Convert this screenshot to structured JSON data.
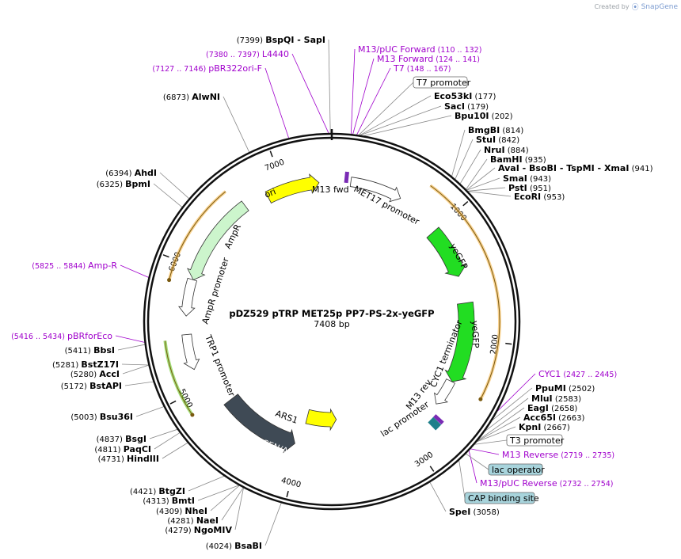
{
  "credit": {
    "prefix": "Created by",
    "brand": "SnapGene"
  },
  "map": {
    "title": "pDZ529 pTRP MET25p PP7-PS-2x-yeGFP",
    "length": "7408 bp",
    "total_bp": 7408,
    "ticks": [
      "1000",
      "2000",
      "3000",
      "4000",
      "5000",
      "6000",
      "7000"
    ]
  },
  "features": [
    {
      "name": "ori",
      "start": 6850,
      "end": 7300,
      "color": "#ffff00",
      "dir": 1,
      "kind": "feature"
    },
    {
      "name": "MET17 promoter",
      "start": 160,
      "end": 600,
      "color": "#ffffff",
      "dir": 1,
      "kind": "promoter"
    },
    {
      "name": "yeGFP",
      "start": 1000,
      "end": 1450,
      "color": "#22dd22",
      "dir": 1,
      "kind": "feature"
    },
    {
      "name": "yeGFP",
      "start": 1690,
      "end": 2400,
      "color": "#22dd22",
      "dir": 1,
      "kind": "feature"
    },
    {
      "name": "CYC1 terminator",
      "start": 2400,
      "end": 2640,
      "color": "#ffffff",
      "dir": 1,
      "kind": "terminator"
    },
    {
      "name": "ARS1",
      "start": 3650,
      "end": 4000,
      "color": "#ffff00",
      "dir": -1,
      "kind": "feature"
    },
    {
      "name": "CEN/ARS",
      "start": 4050,
      "end": 4780,
      "color": "#3f4a55",
      "dir": -1,
      "kind": "feature"
    },
    {
      "name": "TRP1 promoter",
      "start": 5160,
      "end": 5450,
      "color": "#ffffff",
      "dir": -1,
      "kind": "promoter"
    },
    {
      "name": "AmpR promoter",
      "start": 5600,
      "end": 5900,
      "color": "#ffffff",
      "dir": -1,
      "kind": "promoter"
    },
    {
      "name": "AmpR",
      "start": 5900,
      "end": 6650,
      "color": "#ccf5cc",
      "dir": -1,
      "kind": "feature"
    }
  ],
  "outer_features": [
    {
      "start": 740,
      "end": 2420,
      "color": "#f5b54a",
      "dir": 1
    },
    {
      "start": 5850,
      "end": 6600,
      "color": "#f5b54a",
      "dir": -1
    },
    {
      "start": 4860,
      "end": 5420,
      "color": "#66cc22",
      "dir": -1
    }
  ],
  "feature_labels": {
    "m13fwd": "M13 fwd",
    "m13rev": "M13 rev",
    "lacprom": "lac promoter",
    "cyc1term": "CYC1 terminator",
    "met17": "MET17 promoter",
    "trp1": "TRP1 promoter",
    "amprprom": "AmpR promoter",
    "ampr": "AmpR",
    "ori": "ori",
    "ars1": "ARS1",
    "cenars": "CEN/ARS",
    "yegfp1": "yeGFP",
    "yegfp2": "yeGFP"
  },
  "sites_right": [
    {
      "name": "Eco53kI",
      "pos": "(177)",
      "bp": 177
    },
    {
      "name": "SacI",
      "pos": "(179)",
      "bp": 179
    },
    {
      "name": "Bpu10I",
      "pos": "(202)",
      "bp": 202
    },
    {
      "name": "BmgBI",
      "pos": "(814)",
      "bp": 814
    },
    {
      "name": "StuI",
      "pos": "(842)",
      "bp": 842
    },
    {
      "name": "NruI",
      "pos": "(884)",
      "bp": 884
    },
    {
      "name": "BamHI",
      "pos": "(935)",
      "bp": 935
    },
    {
      "name": "AvaI - BsoBI - TspMI - XmaI",
      "pos": "(941)",
      "bp": 941
    },
    {
      "name": "SmaI",
      "pos": "(943)",
      "bp": 943
    },
    {
      "name": "PstI",
      "pos": "(951)",
      "bp": 951
    },
    {
      "name": "EcoRI",
      "pos": "(953)",
      "bp": 953
    },
    {
      "name": "PpuMI",
      "pos": "(2502)",
      "bp": 2502
    },
    {
      "name": "MluI",
      "pos": "(2583)",
      "bp": 2583
    },
    {
      "name": "EagI",
      "pos": "(2658)",
      "bp": 2658
    },
    {
      "name": "Acc65I",
      "pos": "(2663)",
      "bp": 2663
    },
    {
      "name": "KpnI",
      "pos": "(2667)",
      "bp": 2667
    },
    {
      "name": "SpeI",
      "pos": "(3058)",
      "bp": 3058
    }
  ],
  "sites_left": [
    {
      "name": "BspQI - SapI",
      "pos": "(7399)",
      "bp": 7399
    },
    {
      "name": "AlwNI",
      "pos": "(6873)",
      "bp": 6873
    },
    {
      "name": "AhdI",
      "pos": "(6394)",
      "bp": 6394
    },
    {
      "name": "BpmI",
      "pos": "(6325)",
      "bp": 6325
    },
    {
      "name": "BbsI",
      "pos": "(5411)",
      "bp": 5411
    },
    {
      "name": "BstZ17I",
      "pos": "(5281)",
      "bp": 5281
    },
    {
      "name": "AccI",
      "pos": "(5280)",
      "bp": 5280
    },
    {
      "name": "BstAPI",
      "pos": "(5172)",
      "bp": 5172
    },
    {
      "name": "Bsu36I",
      "pos": "(5003)",
      "bp": 5003
    },
    {
      "name": "BsgI",
      "pos": "(4837)",
      "bp": 4837
    },
    {
      "name": "PaqCI",
      "pos": "(4811)",
      "bp": 4811
    },
    {
      "name": "HindIII",
      "pos": "(4731)",
      "bp": 4731
    },
    {
      "name": "BtgZI",
      "pos": "(4421)",
      "bp": 4421
    },
    {
      "name": "BmtI",
      "pos": "(4313)",
      "bp": 4313
    },
    {
      "name": "NheI",
      "pos": "(4309)",
      "bp": 4309
    },
    {
      "name": "NaeI",
      "pos": "(4281)",
      "bp": 4281
    },
    {
      "name": "NgoMIV",
      "pos": "(4279)",
      "bp": 4279
    },
    {
      "name": "BsaBI",
      "pos": "(4024)",
      "bp": 4024
    }
  ],
  "primers_right": [
    {
      "name": "M13/pUC Forward",
      "pos": "(110 .. 132)",
      "bp": 121
    },
    {
      "name": "M13 Forward",
      "pos": "(124 .. 141)",
      "bp": 132
    },
    {
      "name": "T7",
      "pos": "(148 .. 167)",
      "bp": 157
    },
    {
      "name": "CYC1",
      "pos": "(2427 .. 2445)",
      "bp": 2436
    },
    {
      "name": "M13 Reverse",
      "pos": "(2719 .. 2735)",
      "bp": 2727
    },
    {
      "name": "M13/pUC Reverse",
      "pos": "(2732 .. 2754)",
      "bp": 2743
    }
  ],
  "primers_left": [
    {
      "name": "L4440",
      "pos": "(7380 .. 7397)",
      "bp": 7388
    },
    {
      "name": "pBR322ori-F",
      "pos": "(7127 .. 7146)",
      "bp": 7136
    },
    {
      "name": "Amp-R",
      "pos": "(5825 .. 5844)",
      "bp": 5834
    },
    {
      "name": "pBRforEco",
      "pos": "(5416 .. 5434)",
      "bp": 5425
    }
  ],
  "boxed_features": [
    {
      "name": "T7 promoter",
      "bp": 170,
      "fill": "#ffffff"
    },
    {
      "name": "T3 promoter",
      "bp": 2690,
      "fill": "#ffffff"
    },
    {
      "name": "lac operator",
      "bp": 2770,
      "fill": "#a8d4dc"
    },
    {
      "name": "CAP binding site",
      "bp": 2830,
      "fill": "#a8d4dc"
    }
  ]
}
